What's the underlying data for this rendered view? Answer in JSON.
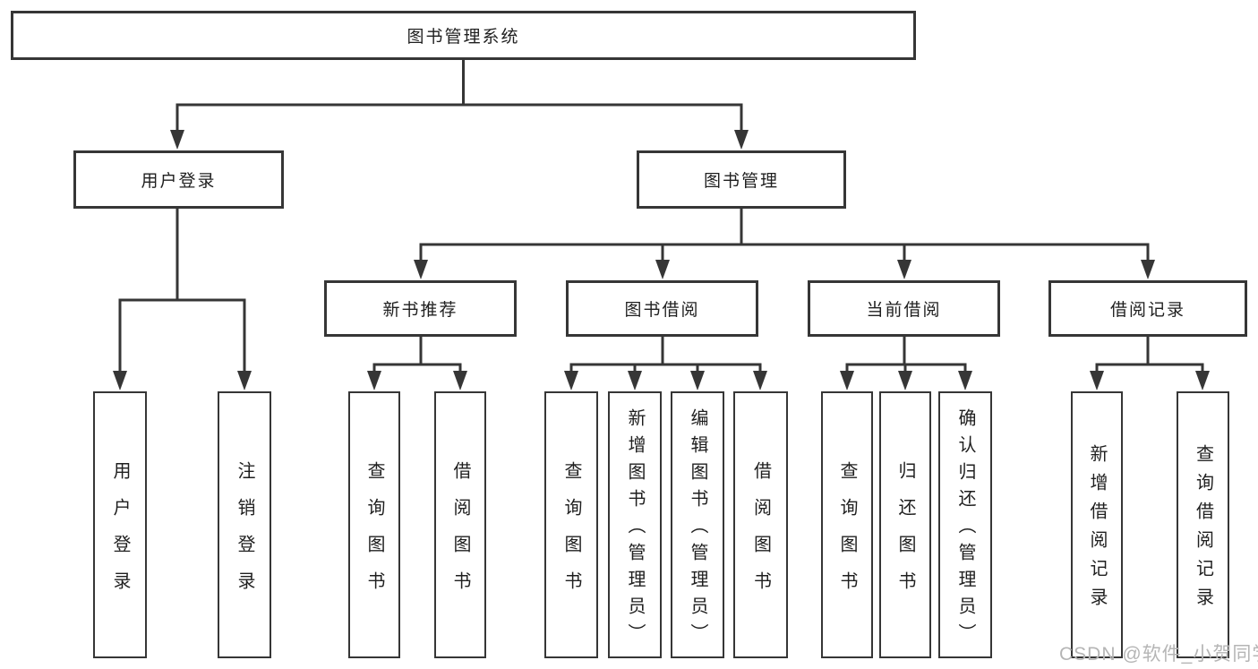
{
  "colors": {
    "line": "#363636",
    "text": "#1f1f1f",
    "background": "#ffffff",
    "watermark": "#b5b5b5"
  },
  "watermark": "CSDN @软件_小贺同学",
  "tree": {
    "label": "图书管理系统",
    "children": [
      {
        "label": "用户登录",
        "children": [
          {
            "label": "用户登录"
          },
          {
            "label": "注销登录"
          }
        ]
      },
      {
        "label": "图书管理",
        "children": [
          {
            "label": "新书推荐",
            "children": [
              {
                "label": "查询图书"
              },
              {
                "label": "借阅图书"
              }
            ]
          },
          {
            "label": "图书借阅",
            "children": [
              {
                "label": "查询图书"
              },
              {
                "label": "新增图书（管理员）"
              },
              {
                "label": "编辑图书（管理员）"
              },
              {
                "label": "借阅图书"
              }
            ]
          },
          {
            "label": "当前借阅",
            "children": [
              {
                "label": "查询图书"
              },
              {
                "label": "归还图书"
              },
              {
                "label": "确认归还（管理员）"
              }
            ]
          },
          {
            "label": "借阅记录",
            "children": [
              {
                "label": "新增借阅记录"
              },
              {
                "label": "查询借阅记录"
              }
            ]
          }
        ]
      }
    ]
  }
}
